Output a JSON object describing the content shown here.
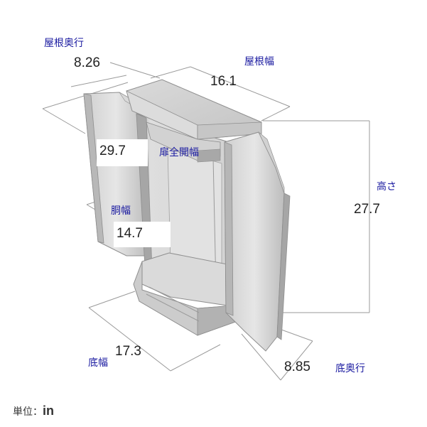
{
  "labels": {
    "roof_depth": "屋根奥行",
    "roof_width": "屋根幅",
    "door_full_width": "扉全開幅",
    "body_width": "胴幅",
    "height": "高さ",
    "base_width": "底幅",
    "base_depth": "底奥行"
  },
  "values": {
    "roof_depth": "8.26",
    "roof_width": "16.1",
    "door_full_width": "29.7",
    "body_width": "14.7",
    "height": "27.7",
    "base_width": "17.3",
    "base_depth": "8.85"
  },
  "unit": {
    "label": "単位：",
    "value": "in"
  },
  "colors": {
    "label": "#1a1aa0",
    "line": "#888888",
    "cabinet_light": "#e4e4e4",
    "cabinet_mid": "#c8c8c8",
    "cabinet_dark": "#9a9a9a"
  }
}
